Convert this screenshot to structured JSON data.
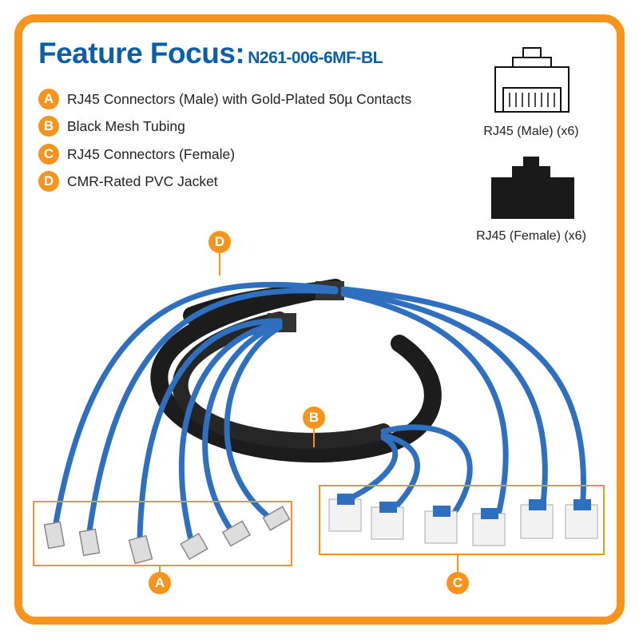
{
  "header": {
    "title": "Feature Focus:",
    "model": "N261-006-6MF-BL"
  },
  "features": [
    {
      "badge": "A",
      "label": "RJ45 Connectors (Male) with Gold-Plated 50µ Contacts"
    },
    {
      "badge": "B",
      "label": "Black Mesh Tubing"
    },
    {
      "badge": "C",
      "label": "RJ45 Connectors (Female)"
    },
    {
      "badge": "D",
      "label": "CMR-Rated PVC Jacket"
    }
  ],
  "icons": {
    "male": {
      "icon": "rj45-male-plug-icon",
      "label": "RJ45 (Male) (x6)"
    },
    "female": {
      "icon": "rj45-female-jack-icon",
      "label": "RJ45 (Female) (x6)"
    }
  },
  "callouts": {
    "a": "A",
    "b": "B",
    "c": "C",
    "d": "D"
  },
  "colors": {
    "accent": "#f7941d",
    "title": "#0b5faa",
    "cable": "#2f6fc0",
    "mesh": "#1c1c1c"
  }
}
